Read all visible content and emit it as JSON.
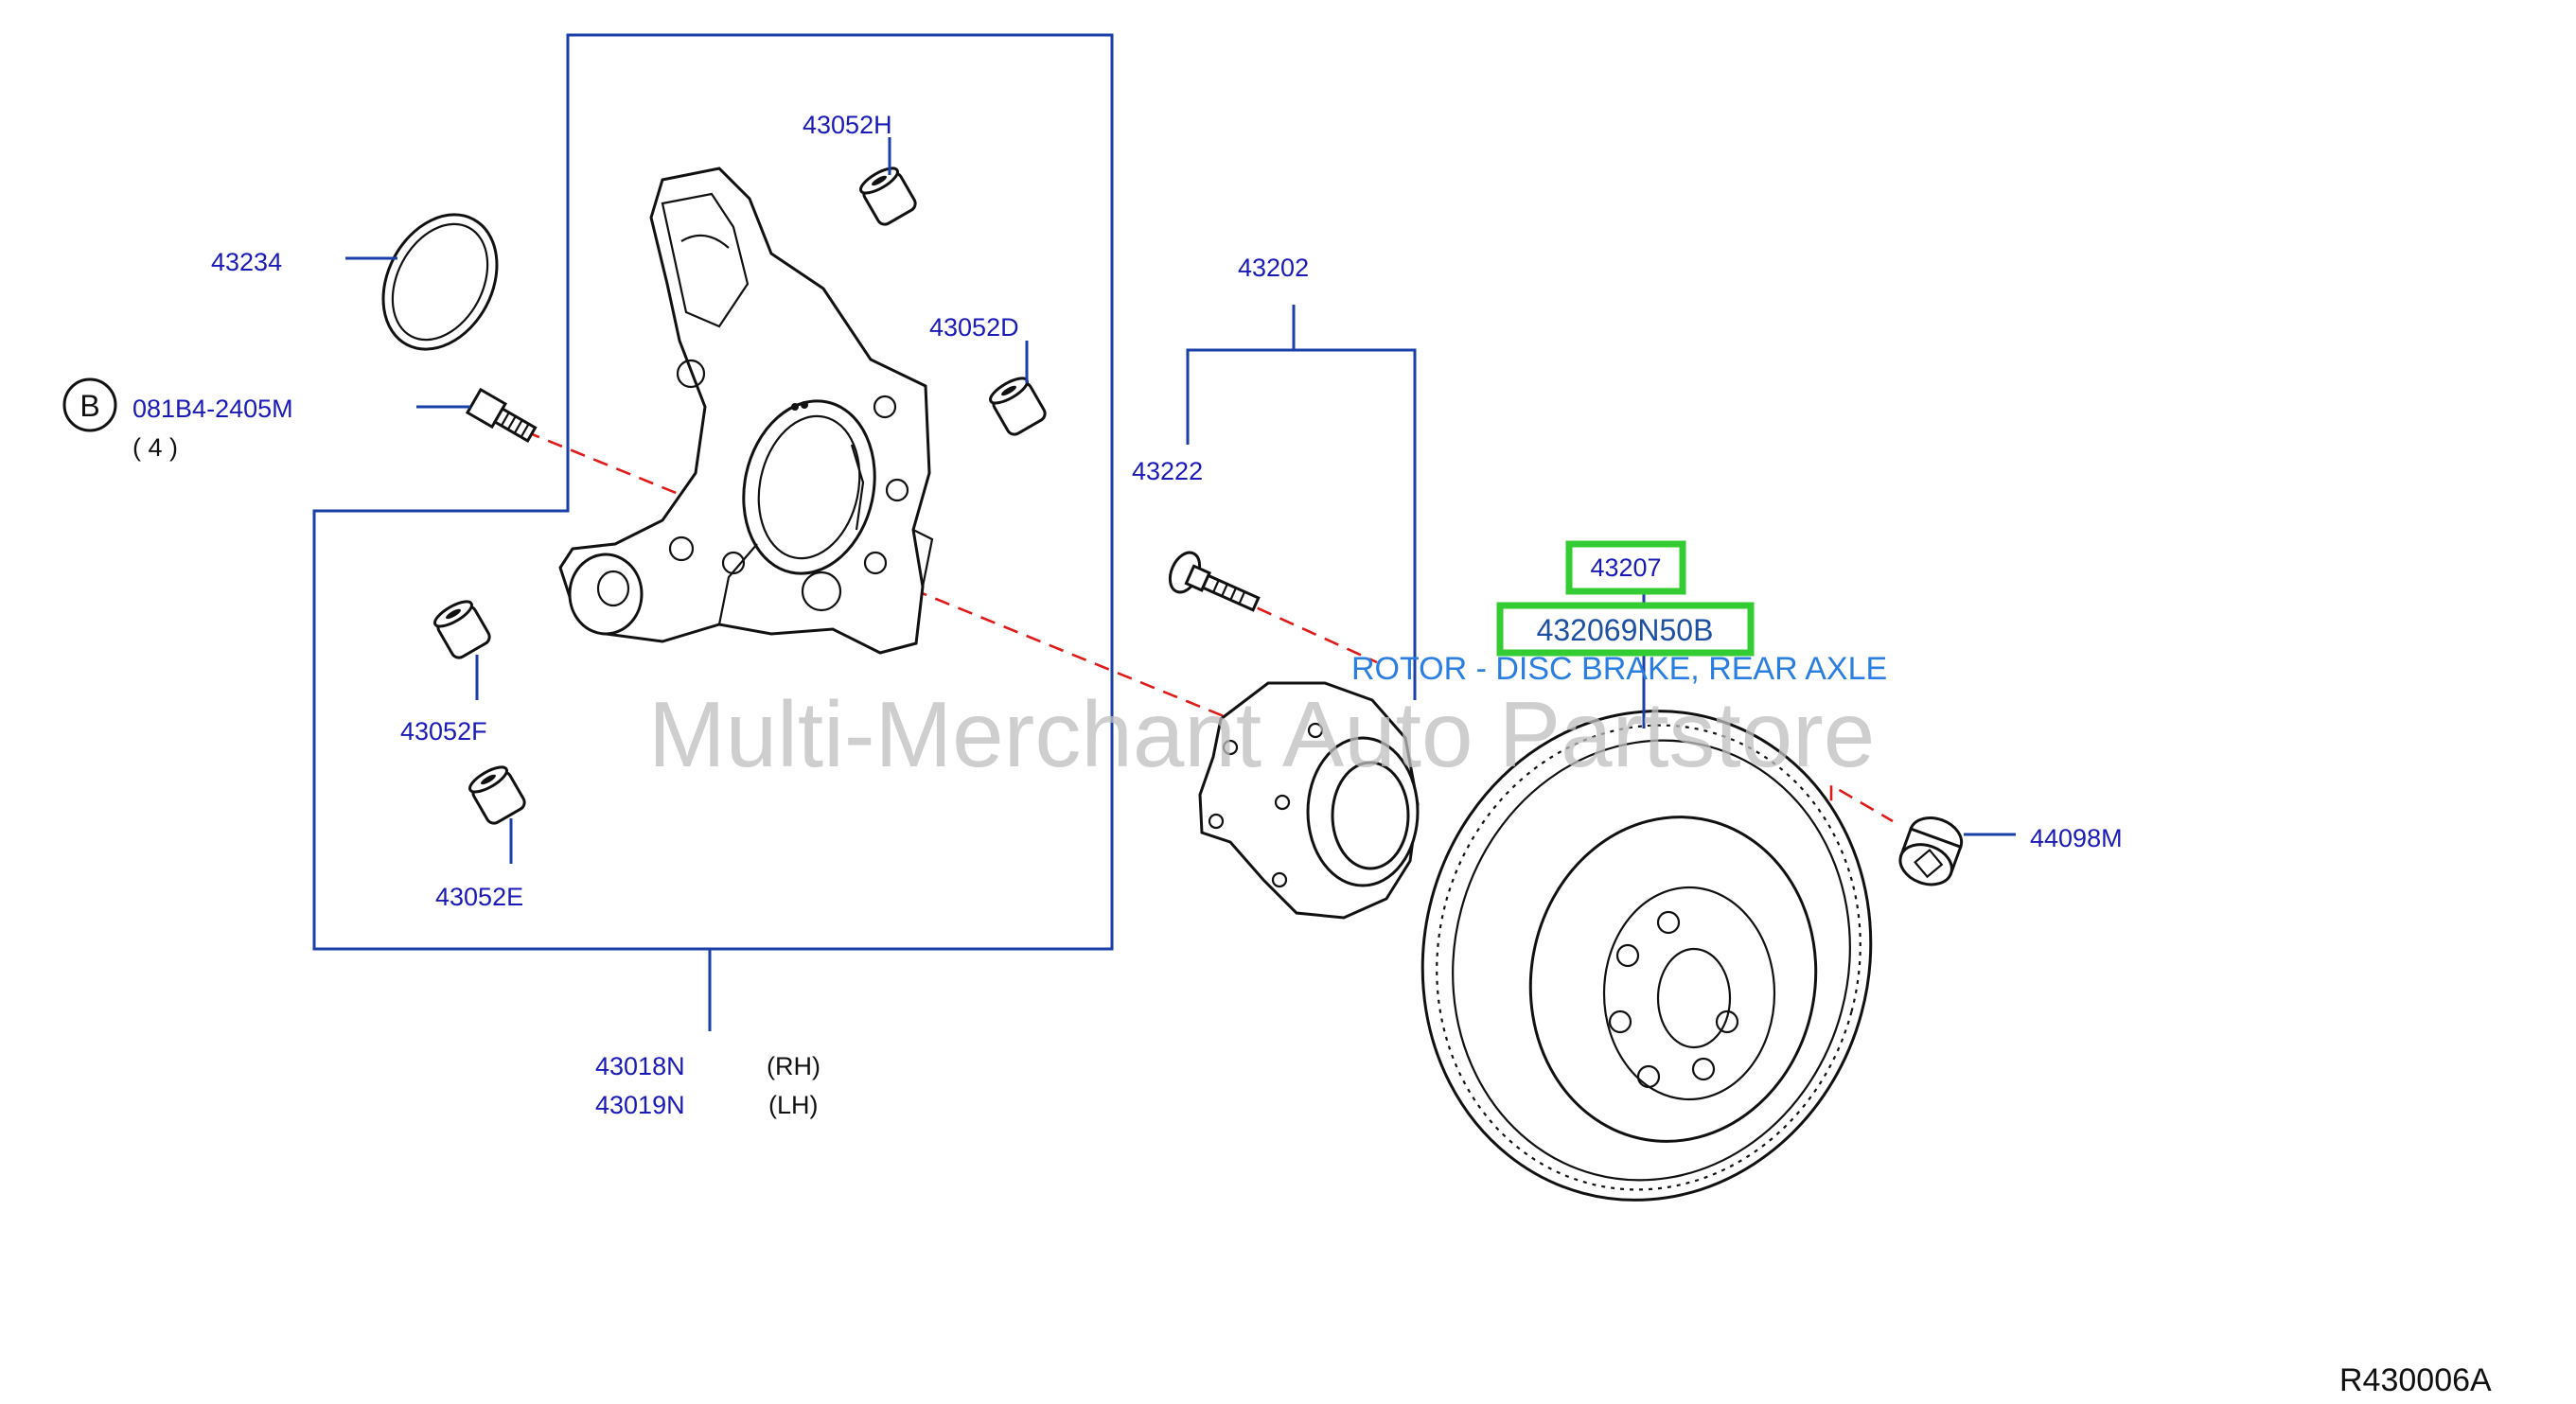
{
  "diagram": {
    "labels": {
      "p43052h": "43052H",
      "p43234": "43234",
      "p43052d": "43052D",
      "p43202": "43202",
      "circle_b": "B",
      "bolt": "081B4-2405M",
      "bolt_qty": "( 4 )",
      "p43222": "43222",
      "p43052f": "43052F",
      "p43052e": "43052E",
      "p43018n": "43018N",
      "rh": "(RH)",
      "p43019n": "43019N",
      "lh": "(LH)",
      "p44098m": "44098M"
    },
    "selected": {
      "code": "43207",
      "part_number": "432069N50B",
      "description": "ROTOR - DISC BRAKE, REAR AXLE"
    },
    "watermark": "Multi-Merchant Auto Partstore",
    "reference": "R430006A",
    "colors": {
      "label": "#1a1ab8",
      "leader": "#1a3fa8",
      "dash": "#e01919",
      "highlight": "#33cc33",
      "description": "#2a7de1"
    }
  }
}
